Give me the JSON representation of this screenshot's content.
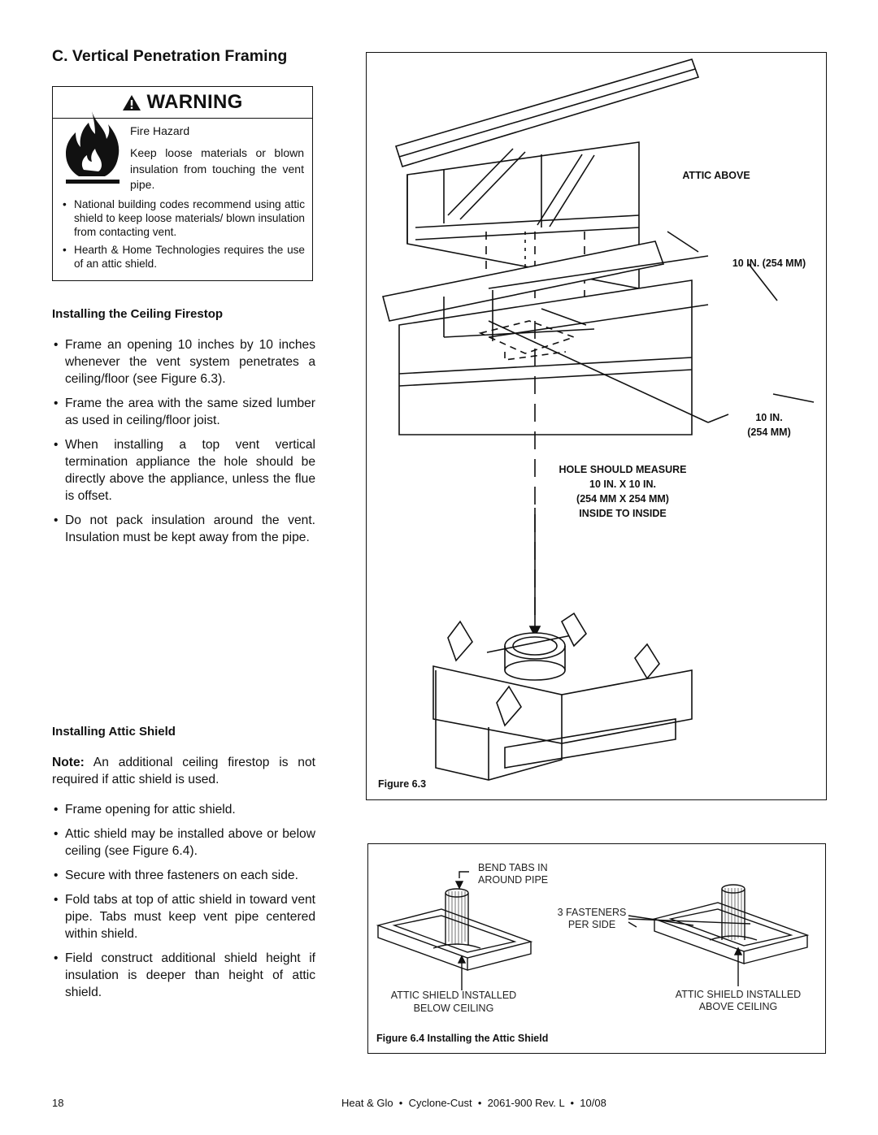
{
  "page": {
    "section_title": "C. Vertical Penetration Framing",
    "warning": {
      "title": "WARNING",
      "hazard": "Fire Hazard",
      "text": "Keep loose materials or blown insulation from touching the vent pipe.",
      "bullets": [
        "National building codes recommend using attic shield to keep loose materials/ blown insulation from contacting vent.",
        "Hearth & Home Technologies requires the use of an attic shield."
      ]
    },
    "ceiling_firestop": {
      "heading": "Installing the Ceiling Firestop",
      "bullets": [
        "Frame an opening 10 inches by 10 inches whenever the vent system penetrates a ceiling/floor (see Figure 6.3).",
        "Frame the area with the same sized lumber as used in ceiling/floor joist.",
        "When installing a top vent vertical termination appliance the hole should be directly above the appliance, unless the flue is offset.",
        "Do not pack insulation around the vent. Insulation must be kept away from the pipe."
      ]
    },
    "attic_shield": {
      "heading": "Installing Attic Shield",
      "note_label": "Note:",
      "note_text": " An additional ceiling firestop is not required if attic shield is used.",
      "bullets": [
        "Frame opening for attic shield.",
        "Attic shield may be installed above or below ceiling (see Figure 6.4).",
        "Secure with three fasteners on each side.",
        "Fold tabs at top of attic shield in toward vent pipe. Tabs must keep vent pipe centered within shield.",
        "Field construct additional shield height if insulation is deeper than height of attic shield."
      ]
    },
    "figure_6_3": {
      "attic_above": "ATTIC ABOVE",
      "dim_top": "10 IN. (254 MM)",
      "dim_side_1": "10 IN.",
      "dim_side_2": "(254 MM)",
      "hole_1": "HOLE SHOULD MEASURE",
      "hole_2": "10 IN. X 10 IN.",
      "hole_3": "(254 MM X 254 MM)",
      "hole_4": "INSIDE TO INSIDE",
      "caption": "Figure 6.3"
    },
    "figure_6_4": {
      "bend_tabs_1": "BEND TABS IN",
      "bend_tabs_2": "AROUND PIPE",
      "fasteners_1": "3 FASTENERS",
      "fasteners_2": "PER SIDE",
      "below_1": "ATTIC SHIELD INSTALLED",
      "below_2": "BELOW CEILING",
      "above_1": "ATTIC SHIELD INSTALLED",
      "above_2": "ABOVE CEILING",
      "caption": "Figure 6.4  Installing the Attic Shield"
    },
    "footer": {
      "page_number": "18",
      "doc_info": "Heat & Glo  •  Cyclone-Cust  •  2061-900 Rev. L  •  10/08"
    }
  }
}
